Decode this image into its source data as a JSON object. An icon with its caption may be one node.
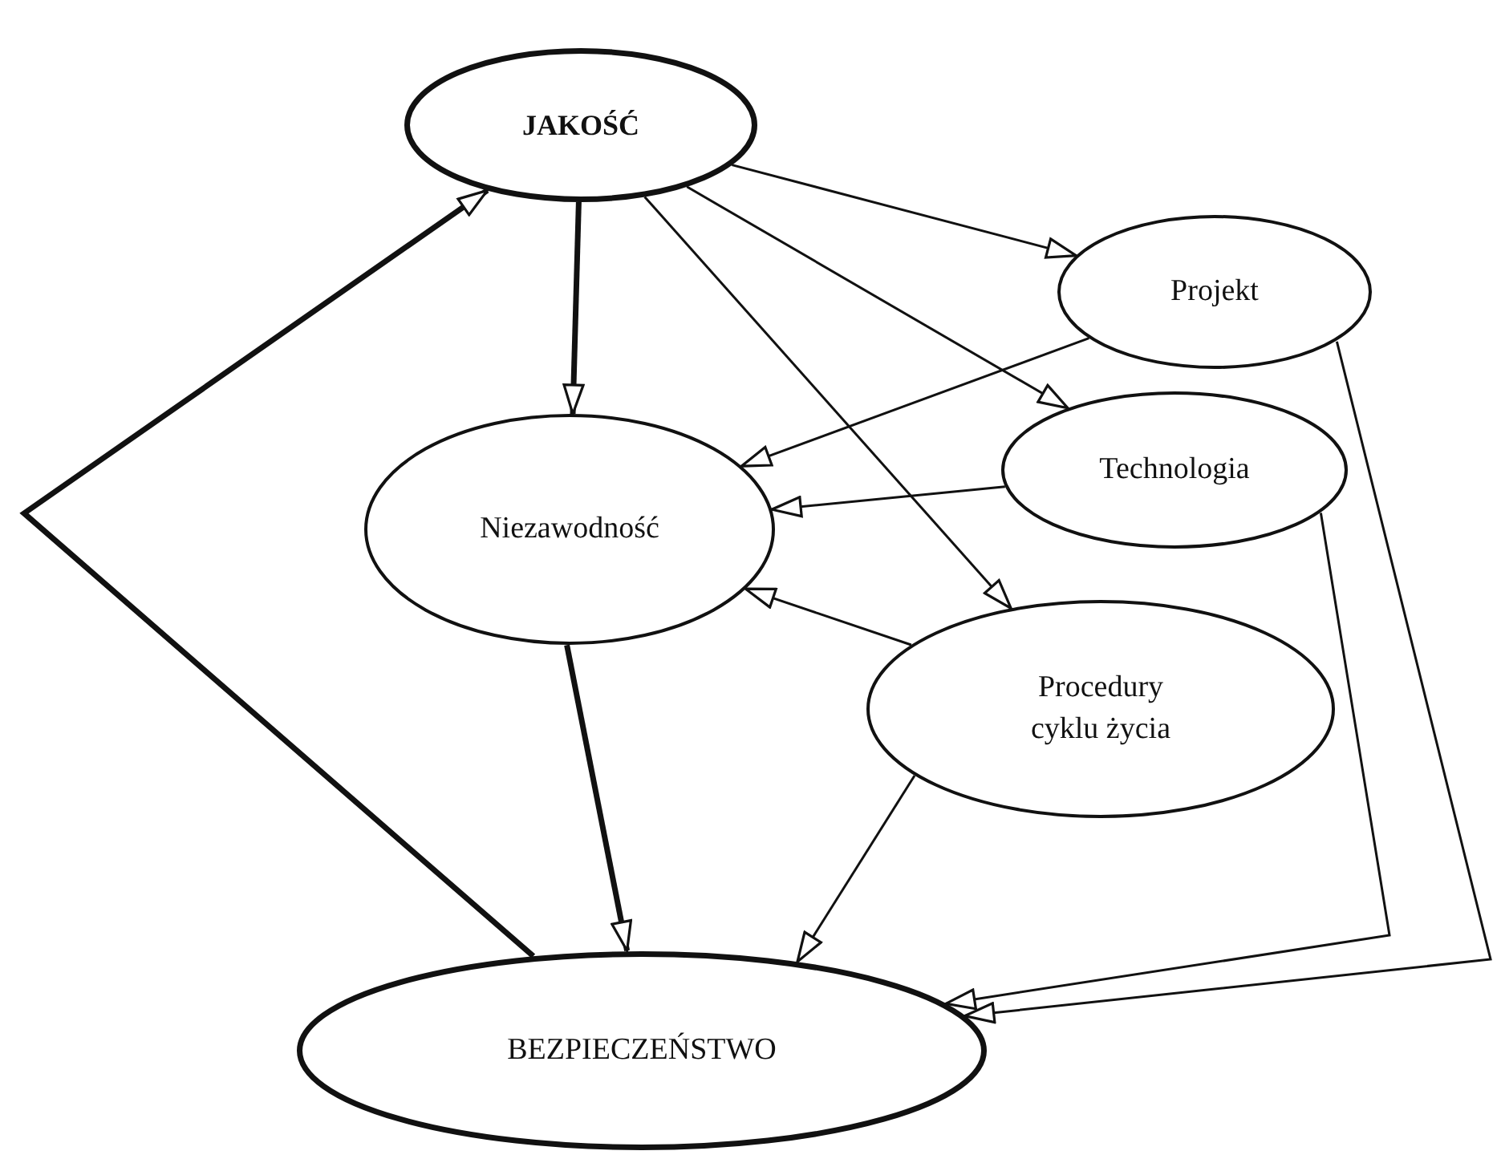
{
  "diagram": {
    "nodes": [
      {
        "text": [
          "JAKOŚĆ"
        ]
      },
      {
        "text": [
          "Projekt"
        ]
      },
      {
        "text": [
          "Technologia"
        ]
      },
      {
        "text": [
          "Niezawodność"
        ]
      },
      {
        "text": [
          "Procedury cyklu życia"
        ]
      },
      {
        "text": [
          "BEZPIECZEŃSTWO"
        ]
      }
    ],
    "edges": [
      {
        "from": 0,
        "to": 3,
        "arrow": "to",
        "style": "thick"
      },
      {
        "from": 0,
        "to": 1,
        "arrow": "to"
      },
      {
        "from": 0,
        "to": 2,
        "arrow": "to"
      },
      {
        "from": 0,
        "to": 4,
        "arrow": "to"
      },
      {
        "from": 1,
        "to": 3,
        "arrow": "to"
      },
      {
        "from": 2,
        "to": 3,
        "arrow": "to"
      },
      {
        "from": 4,
        "to": 3,
        "arrow": "to"
      },
      {
        "from": 3,
        "to": 5,
        "arrow": "to",
        "style": "thick"
      },
      {
        "from": 4,
        "to": 5,
        "arrow": "to"
      },
      {
        "from": 2,
        "to": 5,
        "arrow": "to"
      },
      {
        "from": 1,
        "to": 5,
        "arrow": "to"
      },
      {
        "from": 5,
        "to": 0,
        "arrow": "to",
        "style": "thick"
      }
    ]
  }
}
